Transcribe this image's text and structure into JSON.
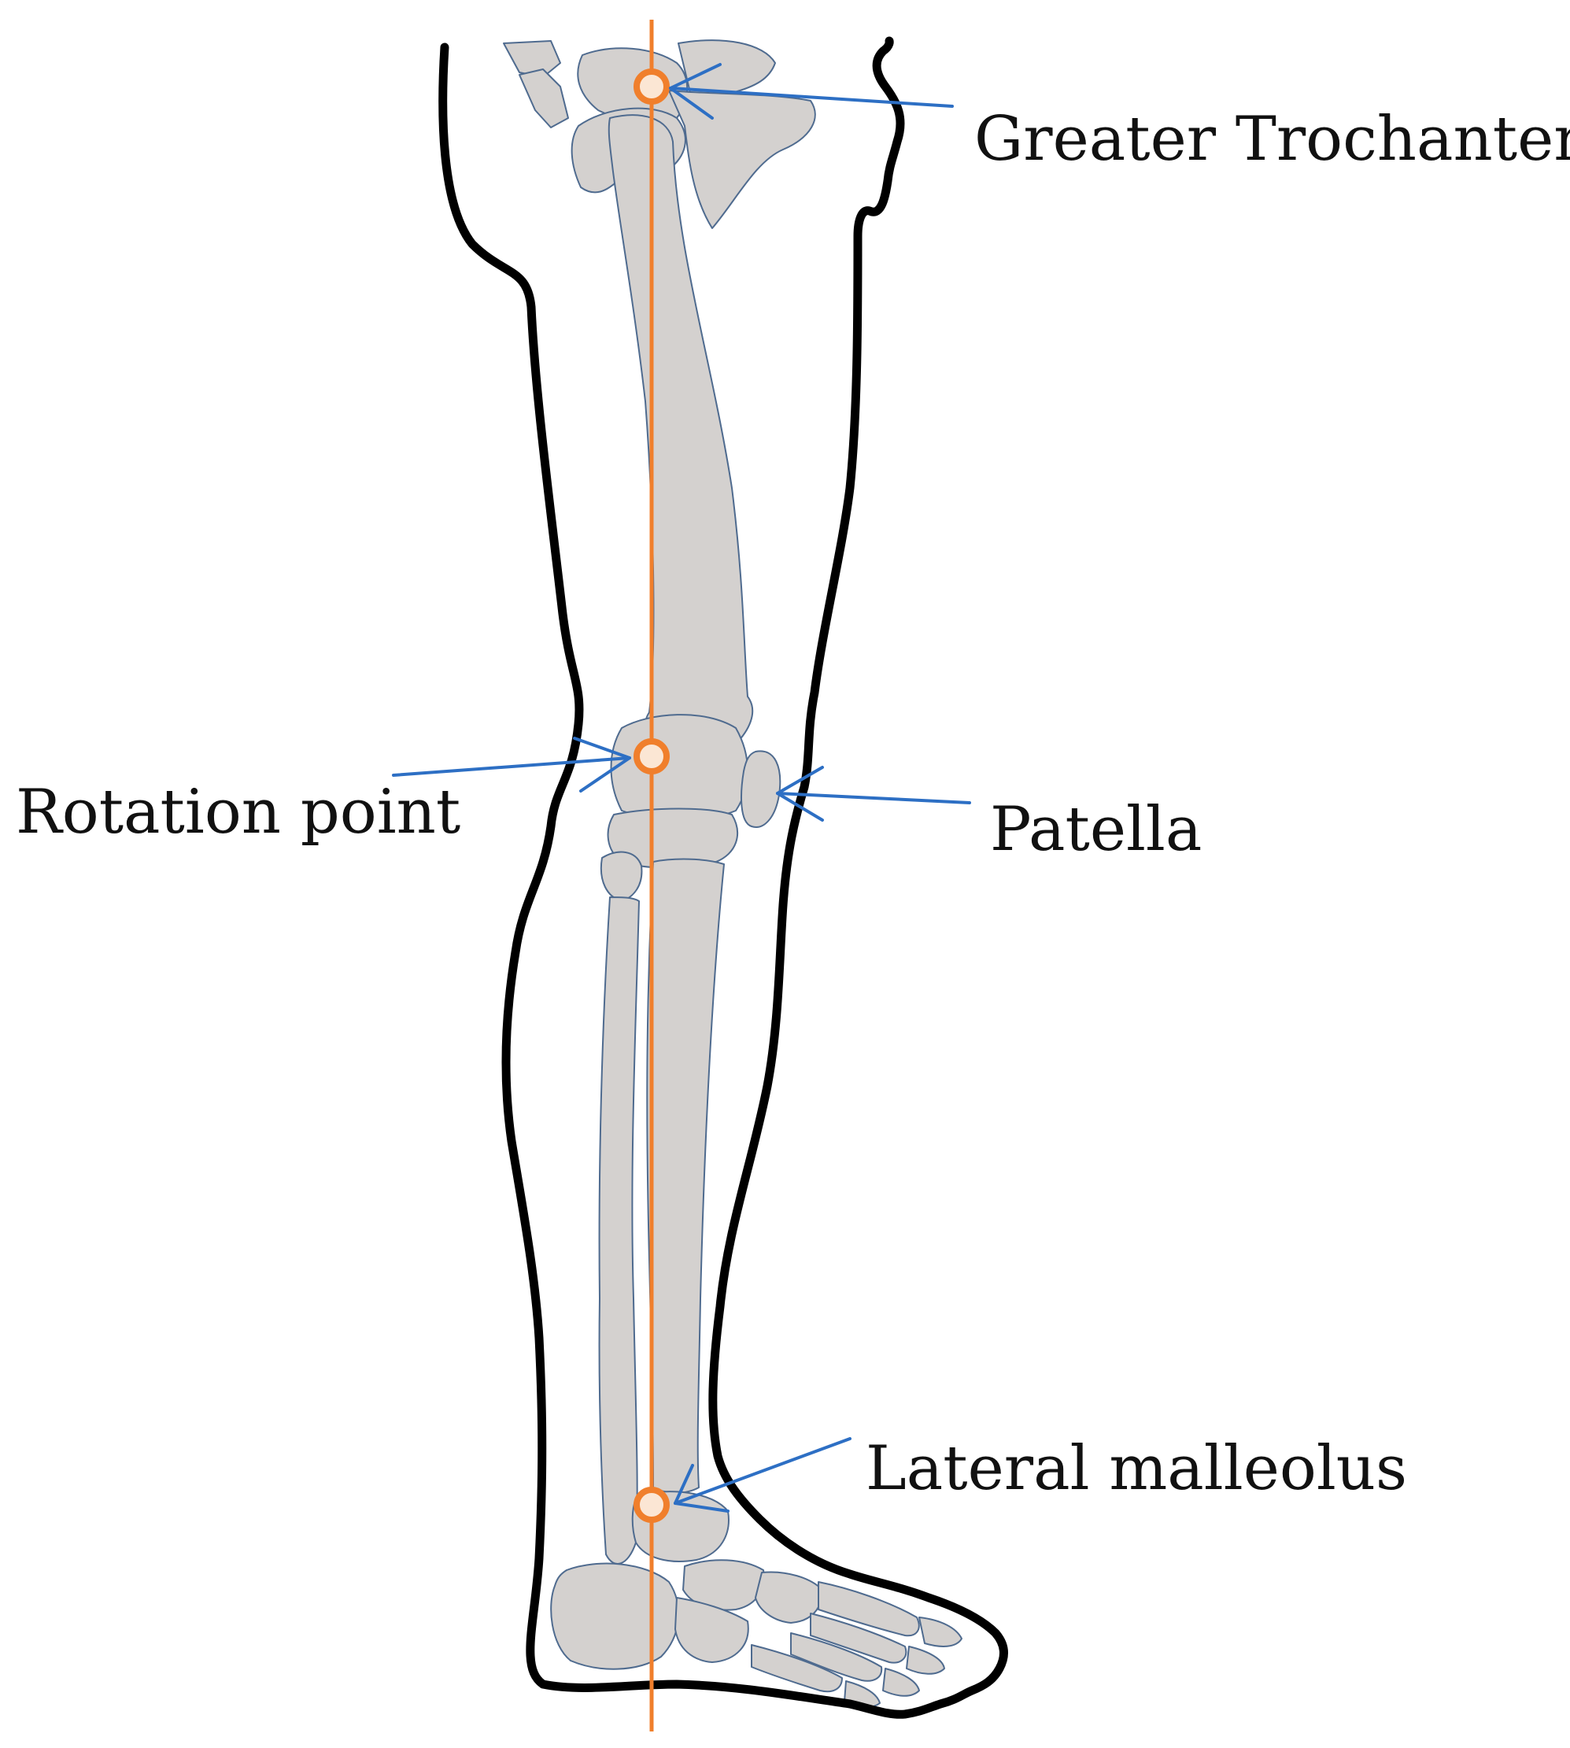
{
  "labels": {
    "greater_trochanter": "Greater Trochanter",
    "rotation_point": "Rotation point",
    "patella": "Patella",
    "lateral_malleolus": "Lateral malleolus"
  },
  "colors": {
    "leg_outline": "#000000",
    "bone_fill": "#d4d1cf",
    "bone_stroke": "#4f6b8f",
    "pointer": "#2d6fc4",
    "axis_line": "#f07f2c",
    "marker_fill": "#fbe6d4"
  }
}
